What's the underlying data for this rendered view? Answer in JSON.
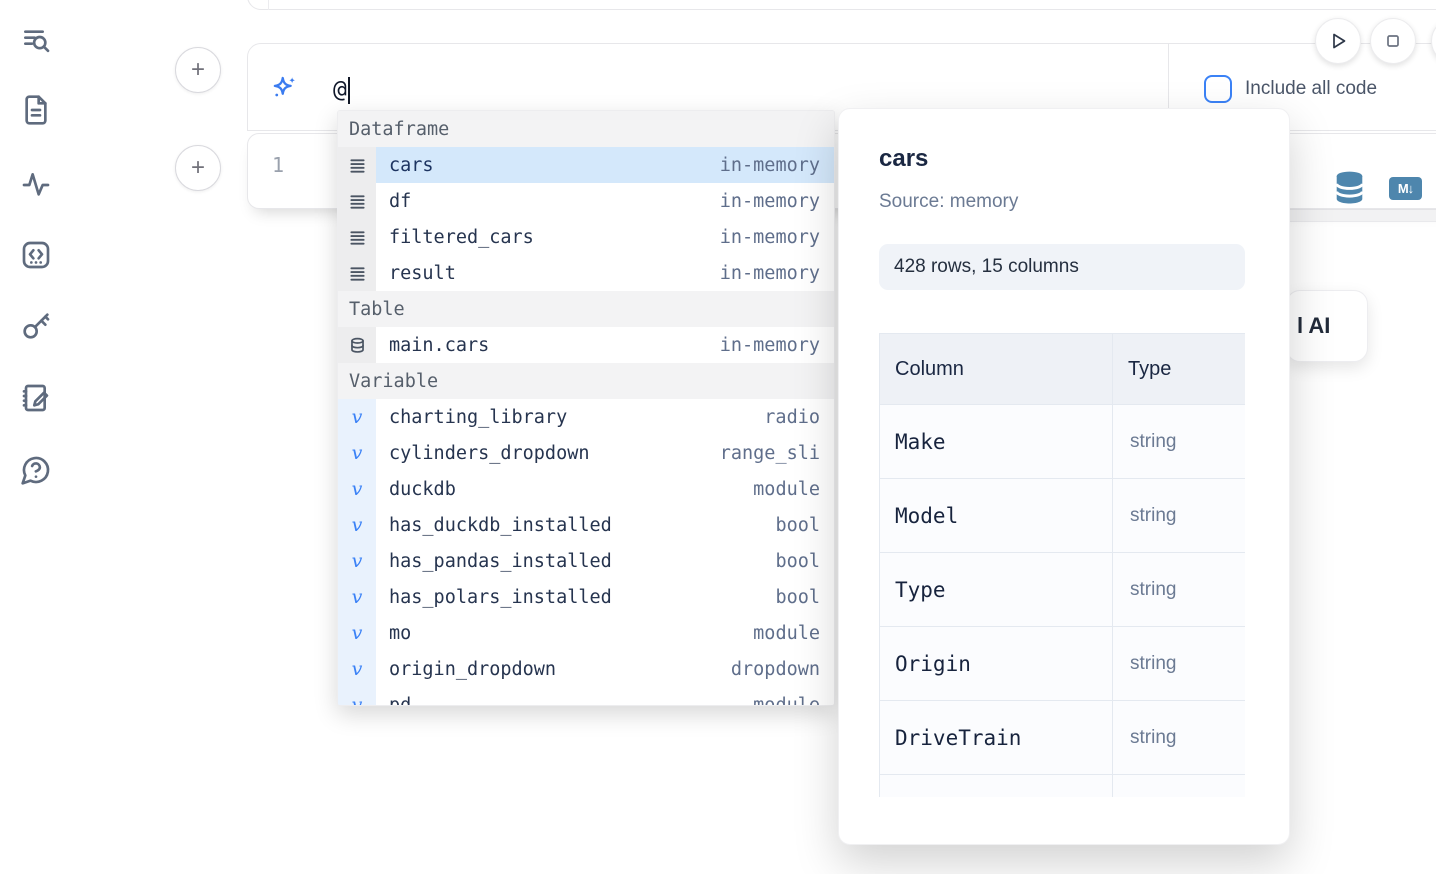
{
  "sidebar": {
    "items": [
      {
        "icon": "contents-search-icon"
      },
      {
        "icon": "file-icon"
      },
      {
        "icon": "activity-icon"
      },
      {
        "icon": "snippets-icon"
      },
      {
        "icon": "key-icon"
      },
      {
        "icon": "scratchpad-icon"
      },
      {
        "icon": "help-icon"
      }
    ]
  },
  "run_controls": {
    "play_icon": "play-icon",
    "stop_icon": "stop-icon"
  },
  "ai_prompt": {
    "value": "@",
    "sparkle_icon": "sparkles-icon",
    "include_all_code": {
      "label": "Include all code",
      "checked": false
    }
  },
  "cell": {
    "line_number": "1",
    "datasource_icon": "database-icon",
    "markdown_badge": "M↓"
  },
  "autocomplete": {
    "sections": [
      {
        "label": "Dataframe",
        "items": [
          {
            "name": "cars",
            "type": "in-memory",
            "kind": "dataframe",
            "selected": true
          },
          {
            "name": "df",
            "type": "in-memory",
            "kind": "dataframe"
          },
          {
            "name": "filtered_cars",
            "type": "in-memory",
            "kind": "dataframe"
          },
          {
            "name": "result",
            "type": "in-memory",
            "kind": "dataframe"
          }
        ]
      },
      {
        "label": "Table",
        "items": [
          {
            "name": "main.cars",
            "type": "in-memory",
            "kind": "table"
          }
        ]
      },
      {
        "label": "Variable",
        "items": [
          {
            "name": "charting_library",
            "type": "radio",
            "kind": "variable"
          },
          {
            "name": "cylinders_dropdown",
            "type": "range_sli",
            "kind": "variable"
          },
          {
            "name": "duckdb",
            "type": "module",
            "kind": "variable"
          },
          {
            "name": "has_duckdb_installed",
            "type": "bool",
            "kind": "variable"
          },
          {
            "name": "has_pandas_installed",
            "type": "bool",
            "kind": "variable"
          },
          {
            "name": "has_polars_installed",
            "type": "bool",
            "kind": "variable"
          },
          {
            "name": "mo",
            "type": "module",
            "kind": "variable"
          },
          {
            "name": "origin_dropdown",
            "type": "dropdown",
            "kind": "variable"
          },
          {
            "name": "pd",
            "type": "module",
            "kind": "variable",
            "clipped": true
          }
        ]
      }
    ]
  },
  "preview": {
    "title": "cars",
    "source": "Source: memory",
    "shape_badge": "428 rows, 15 columns",
    "table": {
      "headers": [
        "Column",
        "Type"
      ],
      "rows": [
        [
          "Make",
          "string"
        ],
        [
          "Model",
          "string"
        ],
        [
          "Type",
          "string"
        ],
        [
          "Origin",
          "string"
        ],
        [
          "DriveTrain",
          "string"
        ]
      ],
      "clipped_extra_row": true
    }
  },
  "ai_button_fragment": {
    "visible_text": "l AI"
  },
  "colors": {
    "accent_blue": "#3b82f6",
    "steel_blue": "#4e86ad",
    "selection_blue": "#d4e8fb",
    "sidebar_icon": "#5f6b7e"
  }
}
